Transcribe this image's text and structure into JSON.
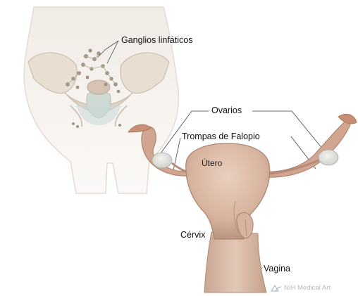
{
  "labels": {
    "lymph_nodes": "Ganglios linfáticos",
    "ovaries": "Ovarios",
    "fallopian_tubes": "Trompas de Falopio",
    "uterus": "Útero",
    "cervix": "Cérvix",
    "vagina": "Vagina"
  },
  "credit": {
    "text": "NIH Medical Art",
    "icon": "nih-logo-icon"
  },
  "colors": {
    "tissue": "#d9b8a4",
    "tissue_shadow": "#b99682",
    "body_outline": "#ede4dc",
    "lymph_node": "#8a8070",
    "credit": "#b4bdc3"
  }
}
